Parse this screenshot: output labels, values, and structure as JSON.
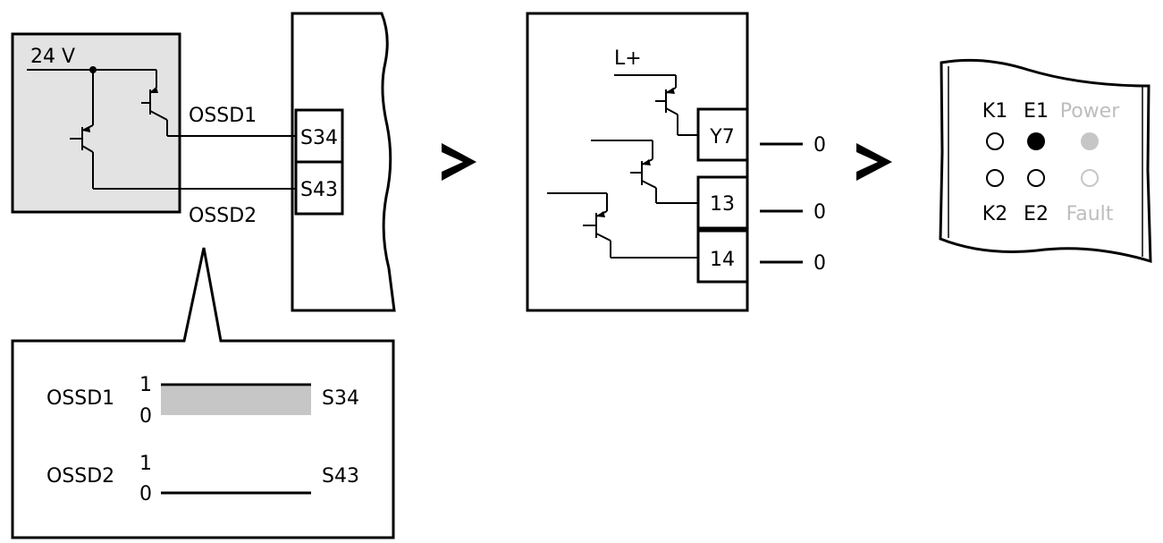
{
  "sensor": {
    "supply_label": "24 V",
    "ossd1_label": "OSSD1",
    "ossd2_label": "OSSD2"
  },
  "relay_inputs": {
    "s34_label": "S34",
    "s43_label": "S43"
  },
  "outputs": {
    "supply_label": "L+",
    "terminals": [
      {
        "label": "Y7",
        "state": "0"
      },
      {
        "label": "13",
        "state": "0"
      },
      {
        "label": "14",
        "state": "0"
      }
    ]
  },
  "led_panel": {
    "labels_top": [
      "K1",
      "E1",
      "Power"
    ],
    "labels_bottom": [
      "K2",
      "E2",
      "Fault"
    ],
    "colors": {
      "on": "#000000",
      "power": "#c6c6c6",
      "inactive_label": "#bdbdbd"
    }
  },
  "signal_callout": {
    "rows": [
      {
        "name": "OSSD1",
        "high": "1",
        "low": "0",
        "terminal": "S34"
      },
      {
        "name": "OSSD2",
        "high": "1",
        "low": "0",
        "terminal": "S43"
      }
    ]
  },
  "flow_arrow": ">"
}
